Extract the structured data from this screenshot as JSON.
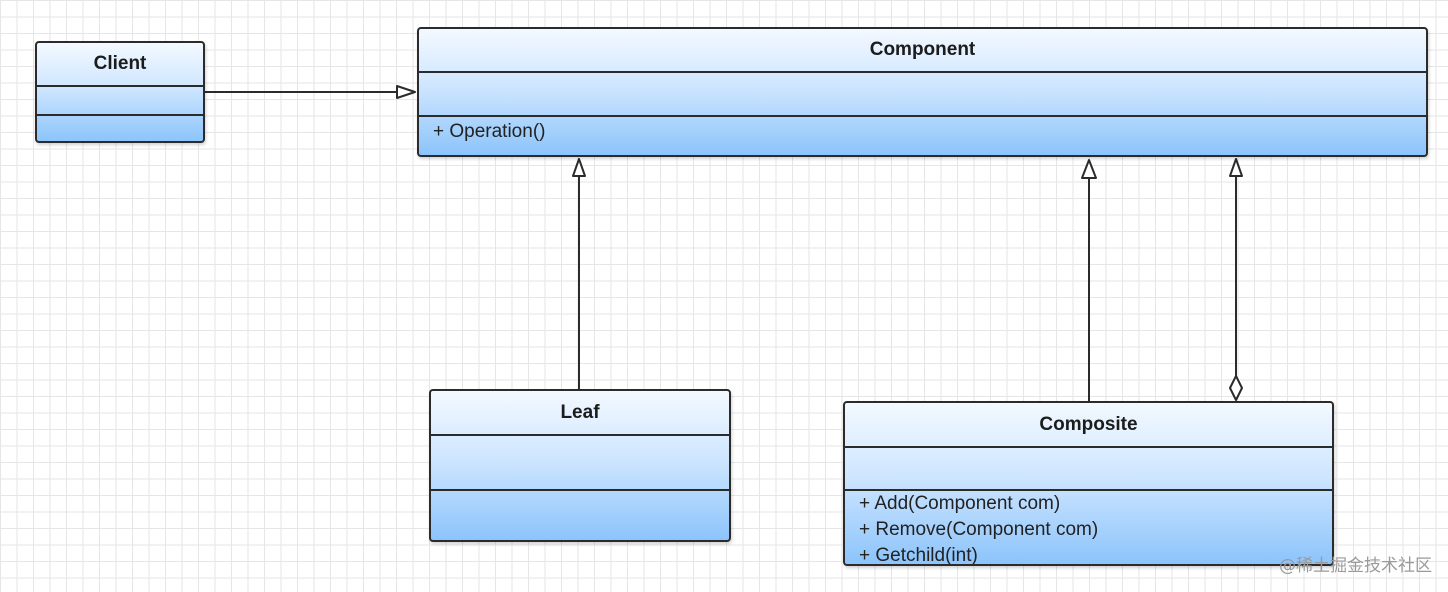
{
  "classes": {
    "client": {
      "name": "Client",
      "operations": []
    },
    "component": {
      "name": "Component",
      "operations": [
        "+ Operation()"
      ]
    },
    "leaf": {
      "name": "Leaf",
      "operations": []
    },
    "composite": {
      "name": "Composite",
      "operations": [
        "+ Add(Component com)",
        "+ Remove(Component com)",
        "+ Getchild(int)"
      ]
    }
  },
  "relationships": [
    {
      "from": "Client",
      "to": "Component",
      "type": "association"
    },
    {
      "from": "Leaf",
      "to": "Component",
      "type": "generalization"
    },
    {
      "from": "Composite",
      "to": "Component",
      "type": "generalization"
    },
    {
      "from": "Composite",
      "to": "Component",
      "type": "aggregation"
    }
  ],
  "watermark": "@稀土掘金技术社区",
  "colors": {
    "line": "#2b2b2b",
    "fill_top": "#f3f9ff",
    "fill_bottom": "#8cc4fb"
  }
}
